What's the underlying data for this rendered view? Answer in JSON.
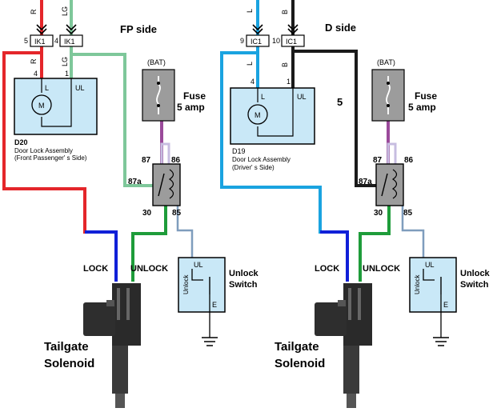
{
  "colors": {
    "red": "#e4262a",
    "lightgreen": "#7ec79a",
    "skyblue": "#1aa3e0",
    "black": "#1a1a1a",
    "blue": "#1020d8",
    "green": "#1e9c3a",
    "purple": "#9a4a9a",
    "lavender": "#c7bde0",
    "steel": "#7f9dbd",
    "boxfill": "#c9e8f7",
    "fusefill": "#9c9c9c"
  },
  "fp": {
    "title": "FP side",
    "wire_left_color": "R",
    "wire_right_color": "LG",
    "conn_left_pin": "5",
    "conn_left_name": "IK1",
    "conn_right_pin": "4",
    "conn_right_name": "IK1",
    "wire_left_color_lower": "R",
    "wire_right_color_lower": "LG",
    "motor_pin_left": "4",
    "motor_pin_right": "1",
    "motor_label_l": "L",
    "motor_label_ul": "UL",
    "motor_letter": "M",
    "assembly_id": "D20",
    "assembly_name_1": "Door Lock Assembly",
    "assembly_name_2": "(Front Passenger' s Side)",
    "bat_label": "(BAT)",
    "fuse_label_1": "Fuse",
    "fuse_label_2": "5 amp",
    "relay_pins": {
      "p87": "87",
      "p86": "86",
      "p87a": "87a",
      "p30": "30",
      "p85": "85"
    },
    "lock_label": "LOCK",
    "unlock_label": "UNLOCK",
    "switch_ul": "UL",
    "switch_side": "Unlock",
    "switch_e": "E",
    "switch_name_1": "Unlock",
    "switch_name_2": "Switch",
    "solenoid_1": "Tailgate",
    "solenoid_2": "Solenoid"
  },
  "d": {
    "title": "D side",
    "wire_left_color": "L",
    "wire_right_color": "B",
    "conn_left_pin": "9",
    "conn_left_name": "IC1",
    "conn_right_pin": "10",
    "conn_right_name": "IC1",
    "wire_left_color_lower": "L",
    "wire_right_color_lower": "B",
    "motor_pin_left": "4",
    "motor_pin_right": "1",
    "motor_label_l": "L",
    "motor_label_ul": "UL",
    "motor_letter": "M",
    "assembly_id": "D19",
    "assembly_name_1": "Door Lock Assembly",
    "assembly_name_2": "(Driver' s Side)",
    "number_label": "5",
    "bat_label": "(BAT)",
    "fuse_label_1": "Fuse",
    "fuse_label_2": "5 amp",
    "relay_pins": {
      "p87": "87",
      "p86": "86",
      "p87a": "87a",
      "p30": "30",
      "p85": "85"
    },
    "lock_label": "LOCK",
    "unlock_label": "UNLOCK",
    "switch_ul": "UL",
    "switch_side": "Unlock",
    "switch_e": "E",
    "switch_name_1": "Unlock",
    "switch_name_2": "Switch",
    "solenoid_1": "Tailgate",
    "solenoid_2": "Solenoid"
  }
}
